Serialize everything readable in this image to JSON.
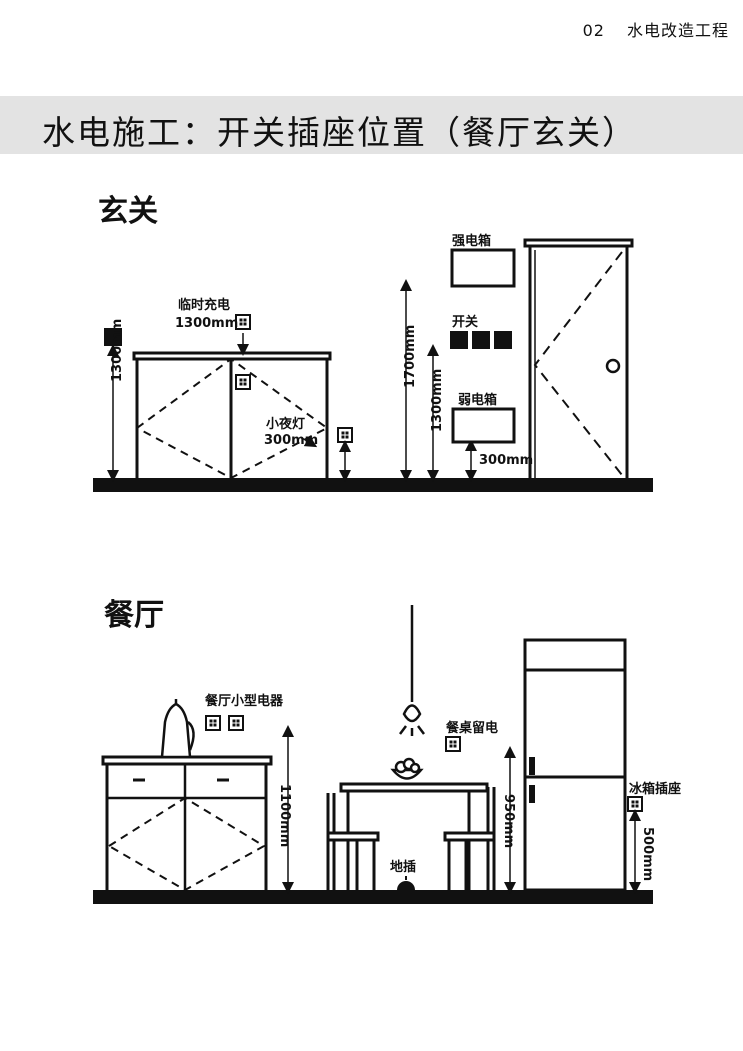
{
  "header": {
    "page_number": "02",
    "chapter": "水电改造工程"
  },
  "title": "水电施工：开关插座位置（餐厅玄关）",
  "entrance": {
    "title": "玄关",
    "labels": {
      "temp_charge": "临时充电",
      "temp_charge_h": "1300mm",
      "night_light": "小夜灯",
      "night_light_h": "300mm",
      "strong_box": "强电箱",
      "switch": "开关",
      "weak_box": "弱电箱",
      "weak_box_h": "300mm"
    },
    "dims": {
      "left_h": "1300mm",
      "strong_h": "1700mm",
      "switch_h": "1300mm"
    }
  },
  "dining": {
    "title": "餐厅",
    "labels": {
      "small_appliance": "餐厅小型电器",
      "table_outlet": "餐桌留电",
      "floor_outlet": "地插",
      "fridge_outlet": "冰箱插座"
    },
    "dims": {
      "appliance_h": "1100mm",
      "table_h": "950mm",
      "fridge_h": "500mm"
    }
  }
}
